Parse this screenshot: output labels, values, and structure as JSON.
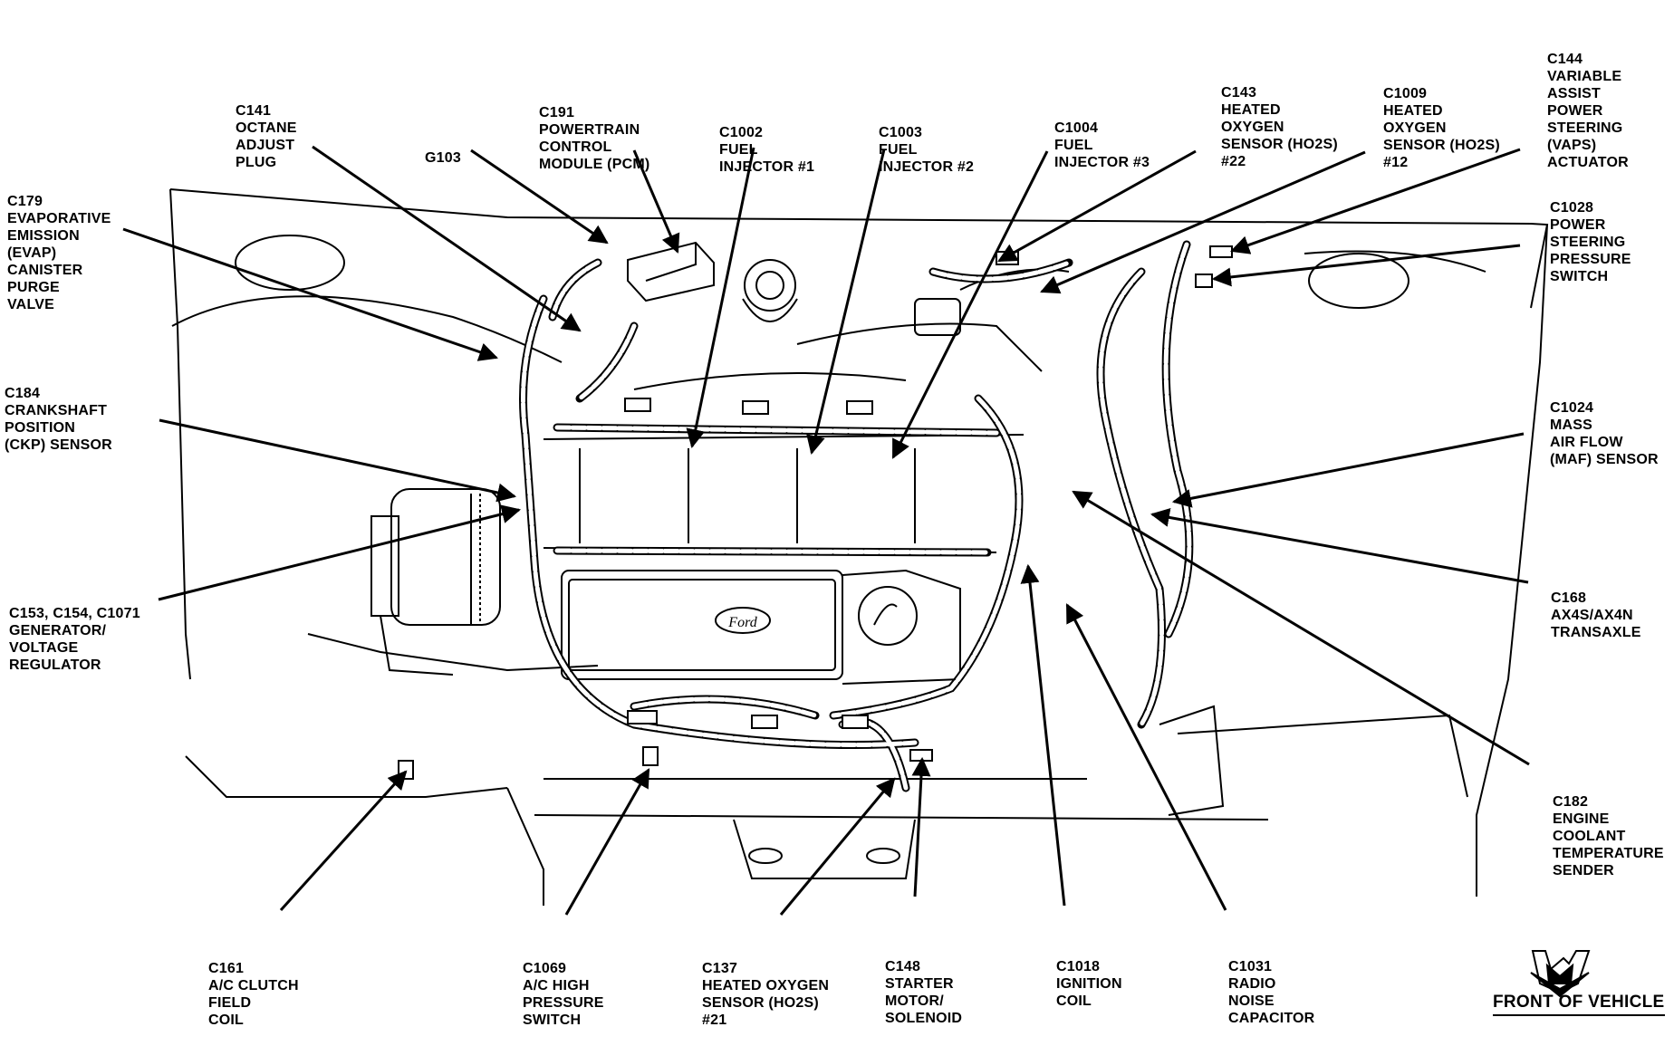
{
  "diagram": {
    "title": "Engine compartment connector locations",
    "orientation_label": "FRONT OF VEHICLE",
    "orientation_icon": "down-arrow-icon",
    "emblem_text": "Ford",
    "labels": [
      {
        "id": "c141",
        "lines": [
          "C141",
          "OCTANE",
          "ADJUST",
          "PLUG"
        ]
      },
      {
        "id": "g103",
        "lines": [
          "G103"
        ]
      },
      {
        "id": "c191",
        "lines": [
          "C191",
          "POWERTRAIN",
          "CONTROL",
          "MODULE (PCM)"
        ]
      },
      {
        "id": "c1002",
        "lines": [
          "C1002",
          "FUEL",
          "INJECTOR #1"
        ]
      },
      {
        "id": "c1003",
        "lines": [
          "C1003",
          "FUEL",
          "INJECTOR #2"
        ]
      },
      {
        "id": "c1004",
        "lines": [
          "C1004",
          "FUEL",
          "INJECTOR #3"
        ]
      },
      {
        "id": "c143",
        "lines": [
          "C143",
          "HEATED",
          "OXYGEN",
          "SENSOR (HO2S)",
          "#22"
        ]
      },
      {
        "id": "c1009",
        "lines": [
          "C1009",
          "HEATED",
          "OXYGEN",
          "SENSOR (HO2S)",
          "#12"
        ]
      },
      {
        "id": "c144",
        "lines": [
          "C144",
          "VARIABLE",
          "ASSIST",
          "POWER",
          "STEERING",
          "(VAPS)",
          "ACTUATOR"
        ]
      },
      {
        "id": "c1028",
        "lines": [
          "C1028",
          "POWER",
          "STEERING",
          "PRESSURE",
          "SWITCH"
        ]
      },
      {
        "id": "c179",
        "lines": [
          "C179",
          "EVAPORATIVE",
          "EMISSION",
          "(EVAP)",
          "CANISTER",
          "PURGE",
          "VALVE"
        ]
      },
      {
        "id": "c184",
        "lines": [
          "C184",
          "CRANKSHAFT",
          "POSITION",
          "(CKP) SENSOR"
        ]
      },
      {
        "id": "c1024",
        "lines": [
          "C1024",
          "MASS",
          "AIR FLOW",
          "(MAF) SENSOR"
        ]
      },
      {
        "id": "c153",
        "lines": [
          "C153, C154, C1071",
          "GENERATOR/",
          "VOLTAGE",
          "REGULATOR"
        ]
      },
      {
        "id": "c168",
        "lines": [
          "C168",
          "AX4S/AX4N",
          "TRANSAXLE"
        ]
      },
      {
        "id": "c182",
        "lines": [
          "C182",
          "ENGINE",
          "COOLANT",
          "TEMPERATURE",
          "SENDER"
        ]
      },
      {
        "id": "c161",
        "lines": [
          "C161",
          "A/C CLUTCH",
          "FIELD",
          "COIL"
        ]
      },
      {
        "id": "c1069",
        "lines": [
          "C1069",
          "A/C HIGH",
          "PRESSURE",
          "SWITCH"
        ]
      },
      {
        "id": "c137",
        "lines": [
          "C137",
          "HEATED OXYGEN",
          "SENSOR (HO2S)",
          "#21"
        ]
      },
      {
        "id": "c148",
        "lines": [
          "C148",
          "STARTER",
          "MOTOR/",
          "SOLENOID"
        ]
      },
      {
        "id": "c1018",
        "lines": [
          "C1018",
          "IGNITION",
          "COIL"
        ]
      },
      {
        "id": "c1031",
        "lines": [
          "C1031",
          "RADIO",
          "NOISE",
          "CAPACITOR"
        ]
      }
    ]
  }
}
